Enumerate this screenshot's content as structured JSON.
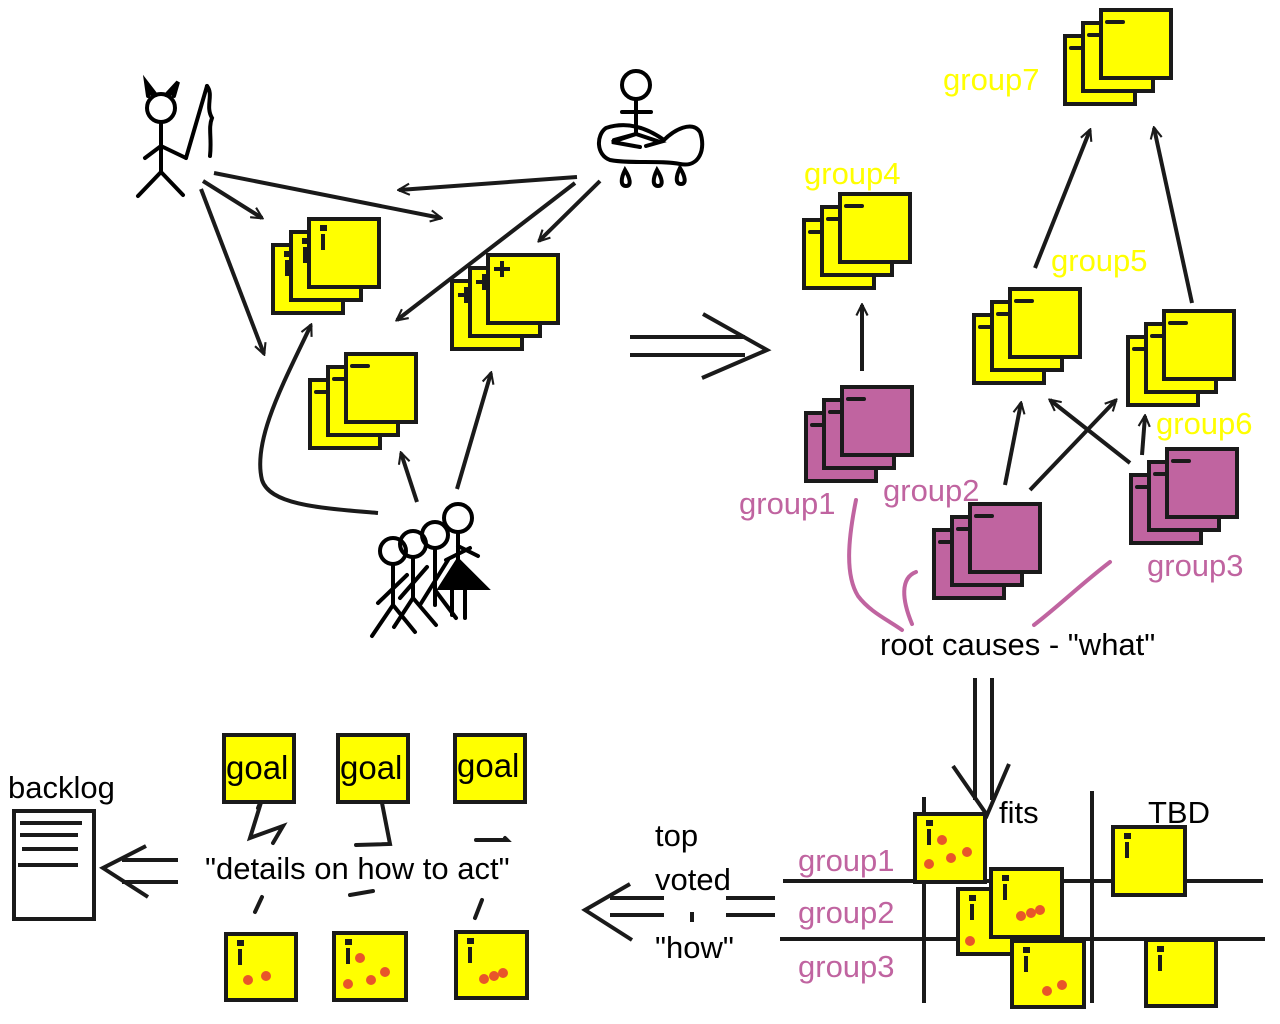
{
  "colors": {
    "note_yellow": "#ffff00",
    "root_cause_magenta": "#c064a0",
    "vote_dot": "#e8562a",
    "ink": "#1a1a1a"
  },
  "actors": {
    "devil": "devil-stickfigure",
    "meditator": "meditating-stickfigure",
    "team": "team-stickfigures"
  },
  "stacks": {
    "left_info": {
      "marker": "i"
    },
    "left_plus": {
      "marker": "+"
    },
    "left_minus": {
      "marker": "−"
    }
  },
  "groups": {
    "group1": "group1",
    "group2": "group2",
    "group3": "group3",
    "group4": "group4",
    "group5": "group5",
    "group6": "group6",
    "group7": "group7"
  },
  "root_causes_label": "root causes - \"what\"",
  "matrix": {
    "col_fits": "fits",
    "col_tbd": "TBD",
    "rows": [
      "group1",
      "group2",
      "group3"
    ],
    "votes": {
      "g1_fits": 4,
      "g2_fits_a": 1,
      "g2_fits_b": 3,
      "g3_fits": 2,
      "g1_tbd": 0,
      "g3_tbd": 0
    }
  },
  "top_voted": {
    "line1": "top",
    "line2": "voted",
    "line3": "\"how\""
  },
  "details_label": "\"details on how to act\"",
  "goals": [
    "goal",
    "goal",
    "goal"
  ],
  "how_cards_votes": [
    2,
    4,
    3
  ],
  "backlog_label": "backlog"
}
